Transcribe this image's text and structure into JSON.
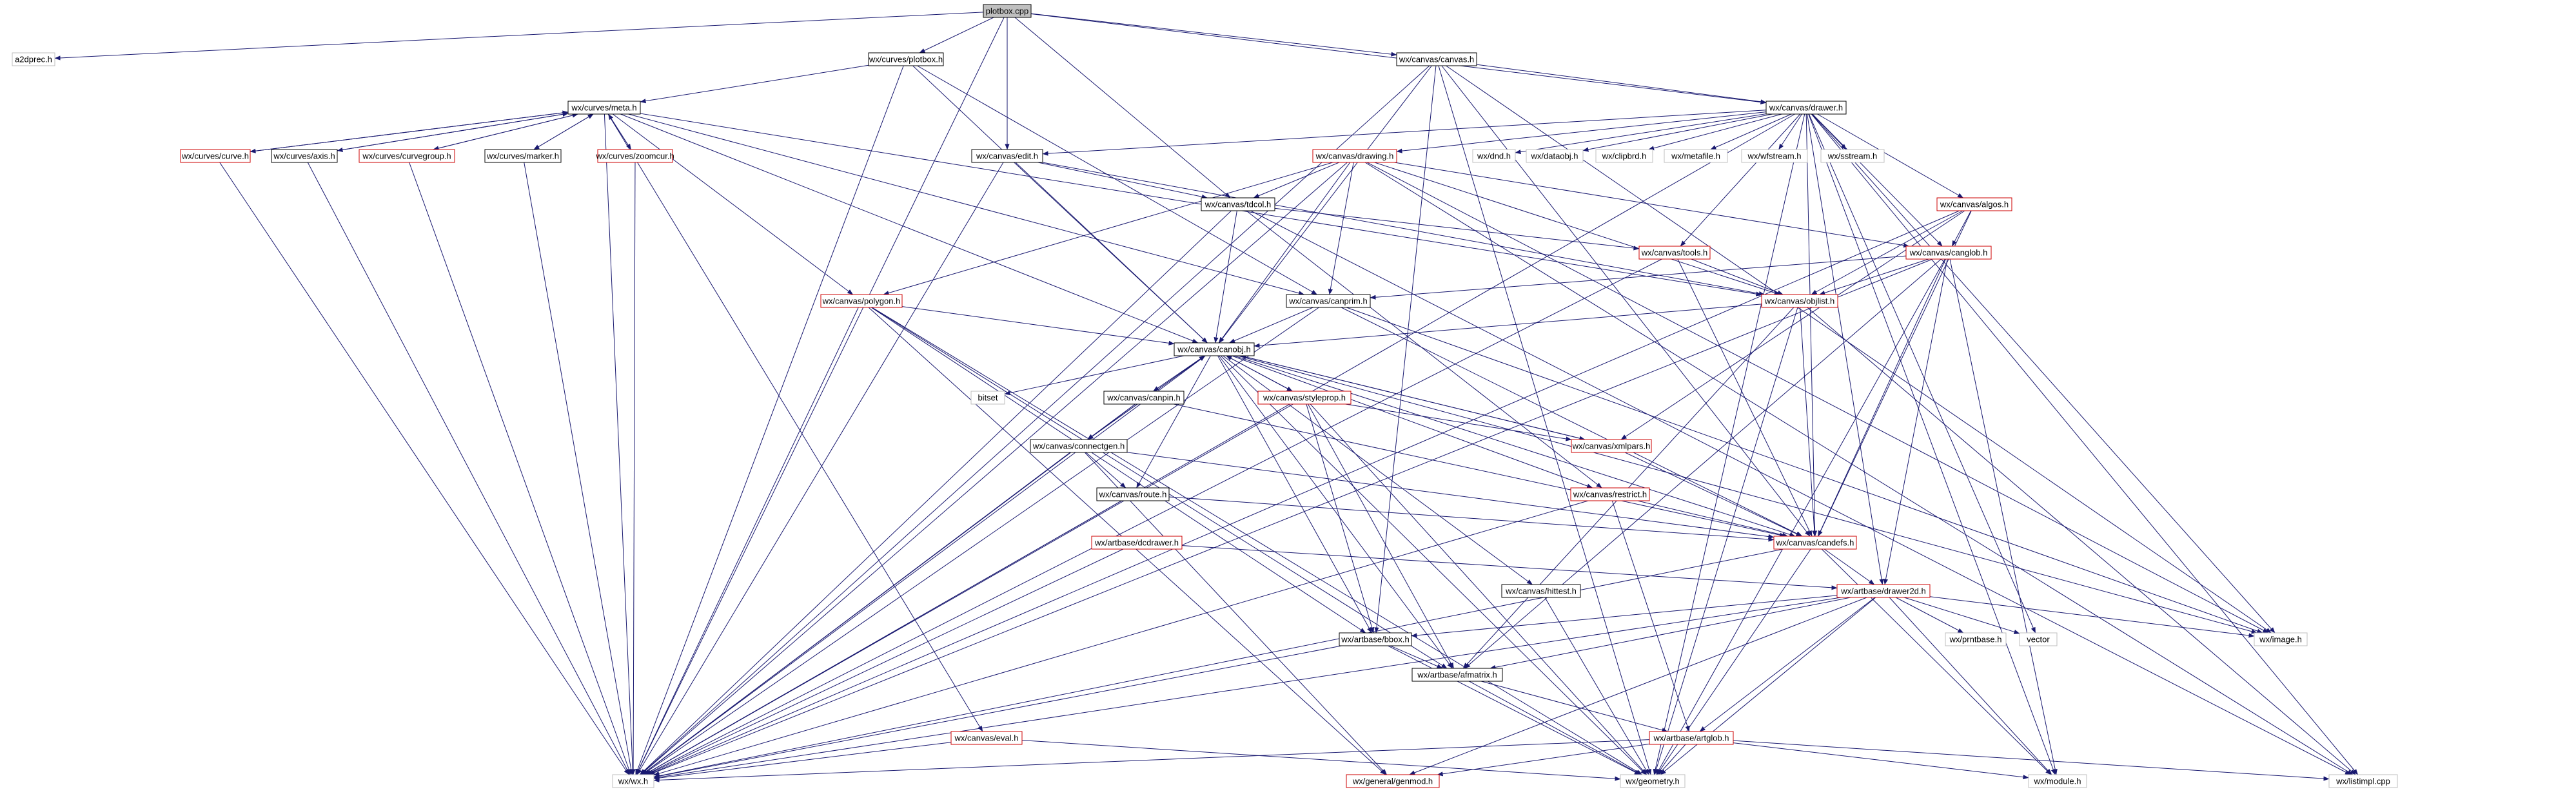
{
  "colors": {
    "edge": "#191970",
    "box_black": "#000000",
    "box_red": "#cc0000",
    "box_gray": "#bfbfbf",
    "root_fill": "#bfbfbf"
  },
  "nodes": [
    {
      "id": "plotbox_cpp",
      "label": "plotbox.cpp",
      "style": "root"
    },
    {
      "id": "a2dprec",
      "label": "a2dprec.h",
      "style": "gray"
    },
    {
      "id": "curves_plotbox",
      "label": "wx/curves/plotbox.h",
      "style": "black"
    },
    {
      "id": "canvas_canvas",
      "label": "wx/canvas/canvas.h",
      "style": "black"
    },
    {
      "id": "curves_meta",
      "label": "wx/curves/meta.h",
      "style": "black"
    },
    {
      "id": "canvas_drawer",
      "label": "wx/canvas/drawer.h",
      "style": "black"
    },
    {
      "id": "curves_curve",
      "label": "wx/curves/curve.h",
      "style": "red"
    },
    {
      "id": "curves_axis",
      "label": "wx/curves/axis.h",
      "style": "black"
    },
    {
      "id": "curves_curvegroup",
      "label": "wx/curves/curvegroup.h",
      "style": "red"
    },
    {
      "id": "curves_marker",
      "label": "wx/curves/marker.h",
      "style": "black"
    },
    {
      "id": "curves_zoomcur",
      "label": "wx/curves/zoomcur.h",
      "style": "red"
    },
    {
      "id": "canvas_edit",
      "label": "wx/canvas/edit.h",
      "style": "black"
    },
    {
      "id": "canvas_drawing",
      "label": "wx/canvas/drawing.h",
      "style": "red"
    },
    {
      "id": "wx_dnd",
      "label": "wx/dnd.h",
      "style": "gray"
    },
    {
      "id": "wx_dataobj",
      "label": "wx/dataobj.h",
      "style": "gray"
    },
    {
      "id": "wx_clipbrd",
      "label": "wx/clipbrd.h",
      "style": "gray"
    },
    {
      "id": "wx_metafile",
      "label": "wx/metafile.h",
      "style": "gray"
    },
    {
      "id": "wx_wfstream",
      "label": "wx/wfstream.h",
      "style": "gray"
    },
    {
      "id": "wx_sstream",
      "label": "wx/sstream.h",
      "style": "gray"
    },
    {
      "id": "canvas_algos",
      "label": "wx/canvas/algos.h",
      "style": "red"
    },
    {
      "id": "canvas_tdcol",
      "label": "wx/canvas/tdcol.h",
      "style": "black"
    },
    {
      "id": "canvas_tools",
      "label": "wx/canvas/tools.h",
      "style": "red"
    },
    {
      "id": "canvas_canglob",
      "label": "wx/canvas/canglob.h",
      "style": "red"
    },
    {
      "id": "canvas_polygon",
      "label": "wx/canvas/polygon.h",
      "style": "red"
    },
    {
      "id": "canvas_canprim",
      "label": "wx/canvas/canprim.h",
      "style": "black"
    },
    {
      "id": "canvas_objlist",
      "label": "wx/canvas/objlist.h",
      "style": "red"
    },
    {
      "id": "canvas_canobj",
      "label": "wx/canvas/canobj.h",
      "style": "black"
    },
    {
      "id": "bitset",
      "label": "bitset",
      "style": "gray"
    },
    {
      "id": "canvas_canpin",
      "label": "wx/canvas/canpin.h",
      "style": "black"
    },
    {
      "id": "canvas_styleprop",
      "label": "wx/canvas/styleprop.h",
      "style": "red"
    },
    {
      "id": "canvas_xmlpars",
      "label": "wx/canvas/xmlpars.h",
      "style": "red"
    },
    {
      "id": "canvas_connectgen",
      "label": "wx/canvas/connectgen.h",
      "style": "black"
    },
    {
      "id": "canvas_route",
      "label": "wx/canvas/route.h",
      "style": "black"
    },
    {
      "id": "canvas_restrict",
      "label": "wx/canvas/restrict.h",
      "style": "red"
    },
    {
      "id": "artbase_dcdrawer",
      "label": "wx/artbase/dcdrawer.h",
      "style": "red"
    },
    {
      "id": "canvas_candefs",
      "label": "wx/canvas/candefs.h",
      "style": "red"
    },
    {
      "id": "canvas_hittest",
      "label": "wx/canvas/hittest.h",
      "style": "black"
    },
    {
      "id": "artbase_drawer2d",
      "label": "wx/artbase/drawer2d.h",
      "style": "red"
    },
    {
      "id": "artbase_bbox",
      "label": "wx/artbase/bbox.h",
      "style": "black"
    },
    {
      "id": "wx_prntbase",
      "label": "wx/prntbase.h",
      "style": "gray"
    },
    {
      "id": "vector",
      "label": "vector",
      "style": "gray"
    },
    {
      "id": "wx_image",
      "label": "wx/image.h",
      "style": "gray"
    },
    {
      "id": "artbase_afmatrix",
      "label": "wx/artbase/afmatrix.h",
      "style": "black"
    },
    {
      "id": "canvas_eval",
      "label": "wx/canvas/eval.h",
      "style": "red"
    },
    {
      "id": "artbase_artglob",
      "label": "wx/artbase/artglob.h",
      "style": "red"
    },
    {
      "id": "wx_wx",
      "label": "wx/wx.h",
      "style": "gray"
    },
    {
      "id": "general_genmod",
      "label": "wx/general/genmod.h",
      "style": "red"
    },
    {
      "id": "wx_geometry",
      "label": "wx/geometry.h",
      "style": "gray"
    },
    {
      "id": "wx_module",
      "label": "wx/module.h",
      "style": "gray"
    },
    {
      "id": "wx_listimpl",
      "label": "wx/listimpl.cpp",
      "style": "gray"
    }
  ],
  "edges": [
    [
      "plotbox_cpp",
      "a2dprec"
    ],
    [
      "plotbox_cpp",
      "curves_plotbox"
    ],
    [
      "plotbox_cpp",
      "canvas_canvas"
    ],
    [
      "plotbox_cpp",
      "canvas_drawer"
    ],
    [
      "plotbox_cpp",
      "canvas_edit"
    ],
    [
      "plotbox_cpp",
      "canvas_tdcol"
    ],
    [
      "plotbox_cpp",
      "wx_wx"
    ],
    [
      "curves_plotbox",
      "curves_meta"
    ],
    [
      "curves_plotbox",
      "canvas_canobj"
    ],
    [
      "curves_plotbox",
      "canvas_canprim"
    ],
    [
      "curves_plotbox",
      "wx_wx"
    ],
    [
      "canvas_canvas",
      "canvas_drawer"
    ],
    [
      "canvas_canvas",
      "canvas_canobj"
    ],
    [
      "canvas_canvas",
      "canvas_candefs"
    ],
    [
      "canvas_canvas",
      "artbase_bbox"
    ],
    [
      "canvas_canvas",
      "wx_wx"
    ],
    [
      "canvas_canvas",
      "wx_geometry"
    ],
    [
      "canvas_canvas",
      "wx_image"
    ],
    [
      "curves_meta",
      "curves_curve"
    ],
    [
      "curves_meta",
      "curves_axis"
    ],
    [
      "curves_meta",
      "curves_curvegroup"
    ],
    [
      "curves_meta",
      "curves_marker"
    ],
    [
      "curves_meta",
      "curves_zoomcur"
    ],
    [
      "curves_meta",
      "canvas_canobj"
    ],
    [
      "curves_meta",
      "canvas_polygon"
    ],
    [
      "curves_meta",
      "canvas_canprim"
    ],
    [
      "curves_meta",
      "canvas_eval"
    ],
    [
      "curves_meta",
      "wx_wx"
    ],
    [
      "curves_meta",
      "canvas_objlist"
    ],
    [
      "curves_curve",
      "curves_meta"
    ],
    [
      "curves_axis",
      "curves_meta"
    ],
    [
      "curves_curvegroup",
      "curves_meta"
    ],
    [
      "curves_marker",
      "curves_meta"
    ],
    [
      "curves_zoomcur",
      "curves_meta"
    ],
    [
      "curves_curve",
      "wx_wx"
    ],
    [
      "curves_axis",
      "wx_wx"
    ],
    [
      "curves_curvegroup",
      "wx_wx"
    ],
    [
      "curves_marker",
      "wx_wx"
    ],
    [
      "curves_zoomcur",
      "wx_wx"
    ],
    [
      "canvas_drawer",
      "canvas_edit"
    ],
    [
      "canvas_drawer",
      "canvas_drawing"
    ],
    [
      "canvas_drawer",
      "wx_dnd"
    ],
    [
      "canvas_drawer",
      "wx_dataobj"
    ],
    [
      "canvas_drawer",
      "wx_clipbrd"
    ],
    [
      "canvas_drawer",
      "wx_metafile"
    ],
    [
      "canvas_drawer",
      "wx_wfstream"
    ],
    [
      "canvas_drawer",
      "wx_sstream"
    ],
    [
      "canvas_drawer",
      "canvas_algos"
    ],
    [
      "canvas_drawer",
      "canvas_tools"
    ],
    [
      "canvas_drawer",
      "canvas_canglob"
    ],
    [
      "canvas_drawer",
      "canvas_candefs"
    ],
    [
      "canvas_drawer",
      "artbase_drawer2d"
    ],
    [
      "canvas_drawer",
      "vector"
    ],
    [
      "canvas_drawer",
      "wx_image"
    ],
    [
      "canvas_drawer",
      "wx_listimpl"
    ],
    [
      "canvas_drawer",
      "wx_geometry"
    ],
    [
      "canvas_drawer",
      "wx_module"
    ],
    [
      "canvas_drawer",
      "wx_wx"
    ],
    [
      "canvas_edit",
      "canvas_tdcol"
    ],
    [
      "canvas_edit",
      "canvas_canobj"
    ],
    [
      "canvas_edit",
      "canvas_objlist"
    ],
    [
      "canvas_edit",
      "wx_wx"
    ],
    [
      "canvas_drawing",
      "canvas_tdcol"
    ],
    [
      "canvas_drawing",
      "canvas_canglob"
    ],
    [
      "canvas_drawing",
      "canvas_objlist"
    ],
    [
      "canvas_drawing",
      "canvas_canprim"
    ],
    [
      "canvas_drawing",
      "canvas_canobj"
    ],
    [
      "canvas_drawing",
      "canvas_polygon"
    ],
    [
      "canvas_drawing",
      "wx_image"
    ],
    [
      "canvas_drawing",
      "wx_wx"
    ],
    [
      "canvas_drawing",
      "wx_listimpl"
    ],
    [
      "canvas_algos",
      "canvas_canglob"
    ],
    [
      "canvas_algos",
      "canvas_objlist"
    ],
    [
      "canvas_algos",
      "canvas_candefs"
    ],
    [
      "canvas_algos",
      "canvas_xmlpars"
    ],
    [
      "canvas_algos",
      "wx_wx"
    ],
    [
      "canvas_tdcol",
      "canvas_tools"
    ],
    [
      "canvas_tdcol",
      "canvas_canobj"
    ],
    [
      "canvas_tdcol",
      "canvas_restrict"
    ],
    [
      "canvas_tdcol",
      "wx_wx"
    ],
    [
      "canvas_tdcol",
      "wx_listimpl"
    ],
    [
      "canvas_tools",
      "canvas_objlist"
    ],
    [
      "canvas_tools",
      "canvas_candefs"
    ],
    [
      "canvas_tools",
      "wx_wx"
    ],
    [
      "canvas_canglob",
      "canvas_canprim"
    ],
    [
      "canvas_canglob",
      "canvas_objlist"
    ],
    [
      "canvas_canglob",
      "canvas_candefs"
    ],
    [
      "canvas_canglob",
      "artbase_drawer2d"
    ],
    [
      "canvas_canglob",
      "wx_geometry"
    ],
    [
      "canvas_canglob",
      "wx_module"
    ],
    [
      "canvas_canglob",
      "artbase_afmatrix"
    ],
    [
      "canvas_canglob",
      "wx_wx"
    ],
    [
      "canvas_polygon",
      "canvas_canobj"
    ],
    [
      "canvas_polygon",
      "artbase_bbox"
    ],
    [
      "canvas_polygon",
      "artbase_afmatrix"
    ],
    [
      "canvas_polygon",
      "wx_geometry"
    ],
    [
      "canvas_polygon",
      "general_genmod"
    ],
    [
      "canvas_polygon",
      "wx_wx"
    ],
    [
      "canvas_canprim",
      "canvas_canobj"
    ],
    [
      "canvas_canprim",
      "wx_image"
    ],
    [
      "canvas_canprim",
      "canvas_candefs"
    ],
    [
      "canvas_canprim",
      "wx_wx"
    ],
    [
      "canvas_objlist",
      "canvas_canobj"
    ],
    [
      "canvas_objlist",
      "canvas_candefs"
    ],
    [
      "canvas_objlist",
      "wx_listimpl"
    ],
    [
      "canvas_objlist",
      "artbase_afmatrix"
    ],
    [
      "canvas_objlist",
      "wx_geometry"
    ],
    [
      "canvas_canobj",
      "bitset"
    ],
    [
      "canvas_canobj",
      "canvas_canpin"
    ],
    [
      "canvas_canobj",
      "canvas_styleprop"
    ],
    [
      "canvas_canobj",
      "canvas_xmlpars"
    ],
    [
      "canvas_canobj",
      "canvas_connectgen"
    ],
    [
      "canvas_canobj",
      "canvas_route"
    ],
    [
      "canvas_canobj",
      "canvas_restrict"
    ],
    [
      "canvas_canobj",
      "canvas_candefs"
    ],
    [
      "canvas_canobj",
      "canvas_hittest"
    ],
    [
      "canvas_canobj",
      "artbase_bbox"
    ],
    [
      "canvas_canobj",
      "artbase_afmatrix"
    ],
    [
      "canvas_canobj",
      "wx_geometry"
    ],
    [
      "canvas_canobj",
      "wx_image"
    ],
    [
      "canvas_canobj",
      "wx_wx"
    ],
    [
      "canvas_canpin",
      "canvas_canobj"
    ],
    [
      "canvas_canpin",
      "canvas_connectgen"
    ],
    [
      "canvas_canpin",
      "canvas_candefs"
    ],
    [
      "canvas_canpin",
      "wx_wx"
    ],
    [
      "canvas_styleprop",
      "canvas_canobj"
    ],
    [
      "canvas_styleprop",
      "canvas_xmlpars"
    ],
    [
      "canvas_styleprop",
      "artbase_bbox"
    ],
    [
      "canvas_styleprop",
      "artbase_afmatrix"
    ],
    [
      "canvas_styleprop",
      "wx_geometry"
    ],
    [
      "canvas_styleprop",
      "wx_wx"
    ],
    [
      "canvas_xmlpars",
      "canvas_canobj"
    ],
    [
      "canvas_xmlpars",
      "canvas_candefs"
    ],
    [
      "canvas_connectgen",
      "canvas_canobj"
    ],
    [
      "canvas_connectgen",
      "canvas_route"
    ],
    [
      "canvas_connectgen",
      "canvas_candefs"
    ],
    [
      "canvas_connectgen",
      "general_genmod"
    ],
    [
      "canvas_connectgen",
      "wx_wx"
    ],
    [
      "canvas_route",
      "canvas_candefs"
    ],
    [
      "canvas_route",
      "wx_wx"
    ],
    [
      "canvas_restrict",
      "canvas_candefs"
    ],
    [
      "canvas_restrict",
      "artbase_artglob"
    ],
    [
      "canvas_restrict",
      "wx_wx"
    ],
    [
      "artbase_dcdrawer",
      "artbase_drawer2d"
    ],
    [
      "artbase_dcdrawer",
      "wx_wx"
    ],
    [
      "canvas_candefs",
      "artbase_drawer2d"
    ],
    [
      "canvas_candefs",
      "wx_geometry"
    ],
    [
      "canvas_candefs",
      "wx_module"
    ],
    [
      "canvas_candefs",
      "wx_wx"
    ],
    [
      "canvas_hittest",
      "wx_geometry"
    ],
    [
      "artbase_drawer2d",
      "artbase_bbox"
    ],
    [
      "artbase_drawer2d",
      "wx_prntbase"
    ],
    [
      "artbase_drawer2d",
      "vector"
    ],
    [
      "artbase_drawer2d",
      "wx_image"
    ],
    [
      "artbase_drawer2d",
      "artbase_afmatrix"
    ],
    [
      "artbase_drawer2d",
      "artbase_artglob"
    ],
    [
      "artbase_drawer2d",
      "general_genmod"
    ],
    [
      "artbase_drawer2d",
      "wx_geometry"
    ],
    [
      "artbase_drawer2d",
      "wx_module"
    ],
    [
      "artbase_drawer2d",
      "wx_wx"
    ],
    [
      "artbase_bbox",
      "artbase_afmatrix"
    ],
    [
      "artbase_bbox",
      "wx_geometry"
    ],
    [
      "artbase_bbox",
      "wx_wx"
    ],
    [
      "artbase_afmatrix",
      "artbase_artglob"
    ],
    [
      "artbase_afmatrix",
      "wx_geometry"
    ],
    [
      "canvas_eval",
      "wx_wx"
    ],
    [
      "canvas_eval",
      "wx_geometry"
    ],
    [
      "artbase_artglob",
      "general_genmod"
    ],
    [
      "artbase_artglob",
      "wx_geometry"
    ],
    [
      "artbase_artglob",
      "wx_module"
    ],
    [
      "artbase_artglob",
      "wx_listimpl"
    ],
    [
      "artbase_artglob",
      "wx_wx"
    ]
  ]
}
